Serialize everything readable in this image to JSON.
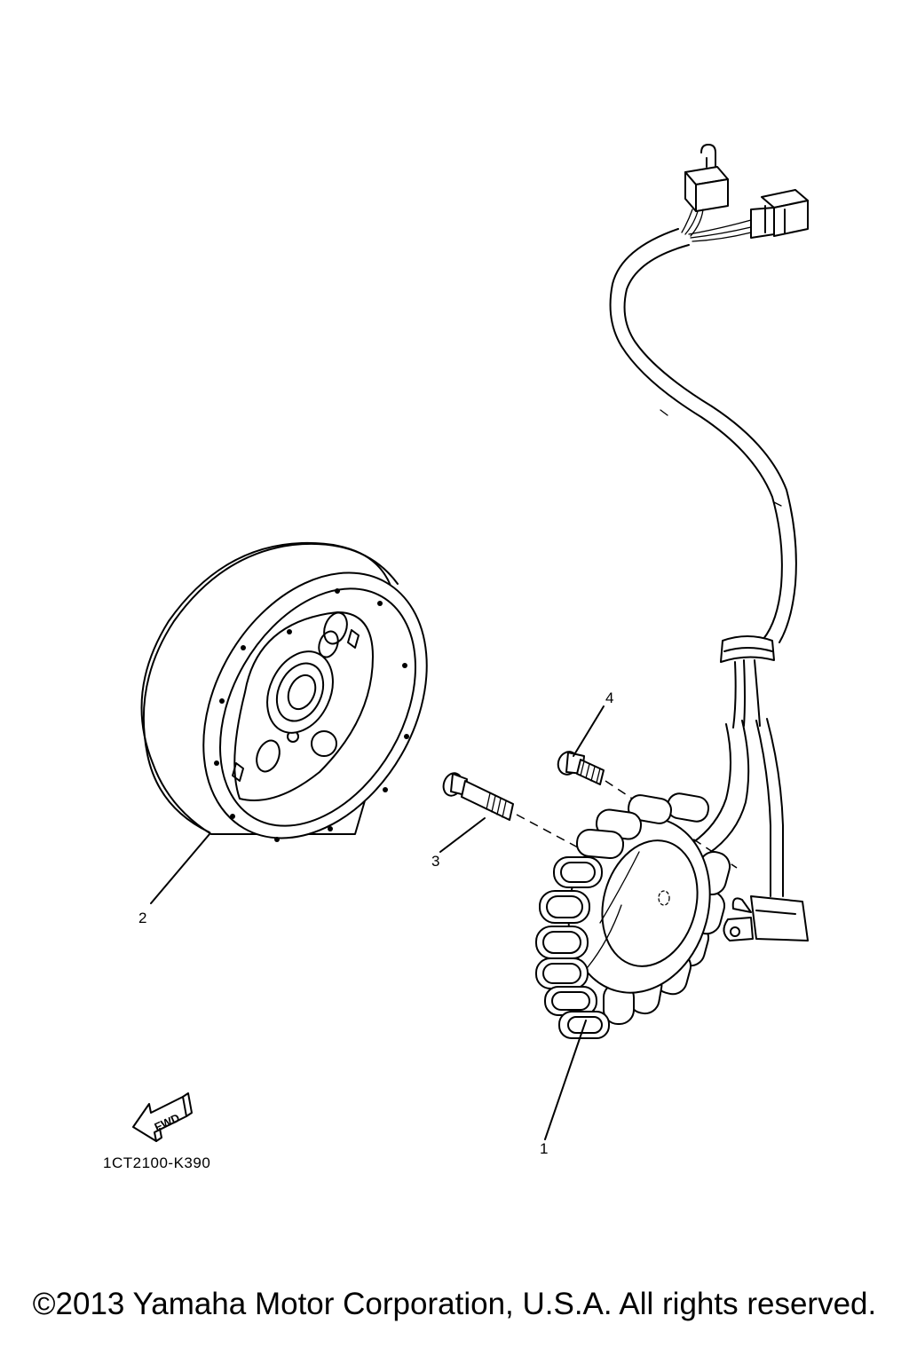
{
  "callouts": {
    "stator": "1",
    "rotor": "2",
    "bolt_long": "3",
    "bolt_short": "4"
  },
  "fwd_label": "FWD",
  "diagram_code": "1CT2100-K390",
  "copyright": "©2013 Yamaha Motor Corporation, U.S.A. All rights reserved."
}
